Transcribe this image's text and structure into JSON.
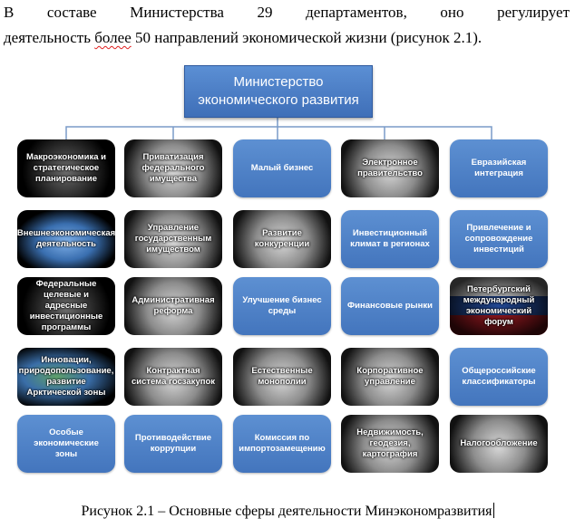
{
  "text": {
    "line1": "В составе Министерства 29 департаментов, оно регулирует",
    "line2_pre": "деятельность ",
    "line2_squiggle": "более",
    "line2_post": " 50 направлений экономической жизни (рисунок 2.1)."
  },
  "figure": {
    "root": "Министерство экономического развития",
    "rows": [
      [
        "Макроэкономика и стратегическое планирование",
        "Приватизация федерального имущества",
        "Малый бизнес",
        "Электронное правительство",
        "Евразийская интеграция"
      ],
      [
        "Внешнеэкономическая деятельность",
        "Управление государственным имуществом",
        "Развитие конкуренции",
        "Инвестиционный климат в регионах",
        "Привлечение и сопровождение инвестиций"
      ],
      [
        "Федеральные целевые и адресные инвестиционные программы",
        "Административная реформа",
        "Улучшение бизнес среды",
        "Финансовые рынки",
        "Петербургский международный экономический форум"
      ],
      [
        "Инновации, природопользование, развитие Арктической зоны",
        "Контрактная система госзакупок",
        "Естественные монополии",
        "Корпоративное управление",
        "Общероссийские классификаторы"
      ],
      [
        "Особые экономические зоны",
        "Противодействие коррупции",
        "Комиссия по импортозамещению",
        "Недвижимость, геодезия, картография",
        "Налогообложение"
      ]
    ]
  },
  "caption": "Рисунок 2.1 – Основные сферы деятельности Минэкономразвития",
  "colors": {
    "tile_blue": "#4a7fc6",
    "tile_dark": "#000000",
    "underline_wavy": "#e02020"
  }
}
